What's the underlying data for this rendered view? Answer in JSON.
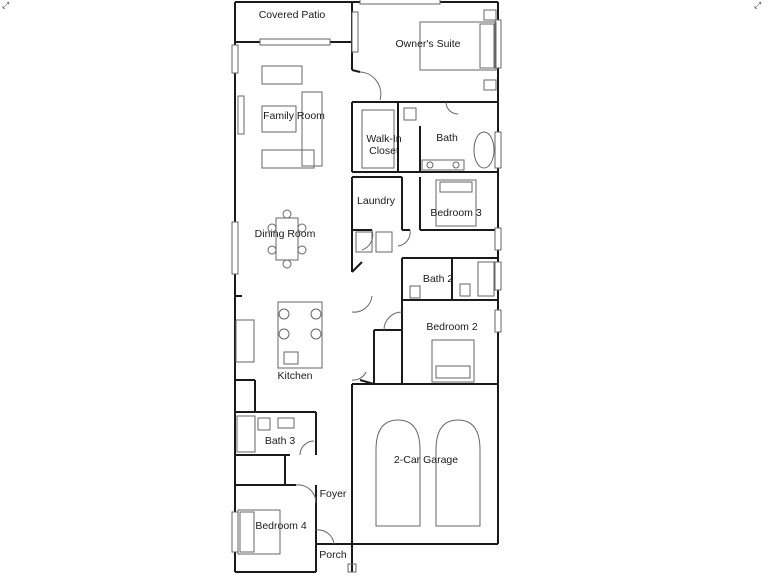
{
  "icons": {
    "left_corner": "expand-icon",
    "right_corner": "expand-icon",
    "glyph": "⤢"
  },
  "rooms": {
    "covered_patio": "Covered Patio",
    "owners_suite": "Owner's Suite",
    "family_room": "Family Room",
    "walk_in_closet": "Walk-In\nCloset",
    "bath_main": "Bath",
    "laundry": "Laundry",
    "bedroom_3": "Bedroom 3",
    "dining_room": "Dining Room",
    "bath_2": "Bath 2",
    "bedroom_2": "Bedroom 2",
    "kitchen": "Kitchen",
    "bath_3": "Bath 3",
    "garage": "2-Car Garage",
    "foyer": "Foyer",
    "bedroom_4": "Bedroom 4",
    "porch": "Porch"
  },
  "colors": {
    "wall": "#1a1a1a",
    "fixture": "#666666"
  }
}
